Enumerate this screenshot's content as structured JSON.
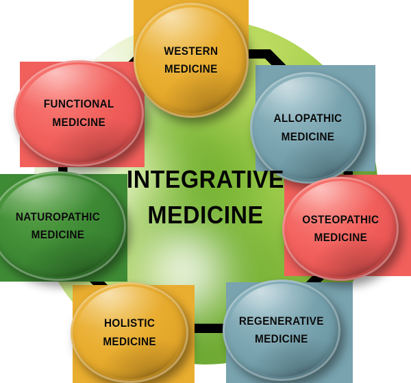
{
  "diagram": {
    "center": {
      "line1": "INTEGRATIVE",
      "line2": "MEDICINE"
    },
    "nodes": [
      {
        "id": "western",
        "line1": "WESTERN",
        "line2": "MEDICINE",
        "color": "#e9ad2f"
      },
      {
        "id": "allopathic",
        "line1": "ALLOPATHIC",
        "line2": "MEDICINE",
        "color": "#78a3af"
      },
      {
        "id": "osteopathic",
        "line1": "OSTEOPATHIC",
        "line2": "MEDICINE",
        "color": "#f2605c"
      },
      {
        "id": "regenerative",
        "line1": "REGENERATIVE",
        "line2": "MEDICINE",
        "color": "#78a3af"
      },
      {
        "id": "holistic",
        "line1": "HOLISTIC",
        "line2": "MEDICINE",
        "color": "#e9ad2f"
      },
      {
        "id": "naturopathic",
        "line1": "NATUROPATHIC",
        "line2": "MEDICINE",
        "color": "#3e8b35"
      },
      {
        "id": "functional",
        "line1": "FUNCTIONAL",
        "line2": "MEDICINE",
        "color": "#f2605c"
      }
    ],
    "connector_color": "#000000",
    "background_color": "#8cc63f",
    "text_color": "#0a0a0a"
  }
}
